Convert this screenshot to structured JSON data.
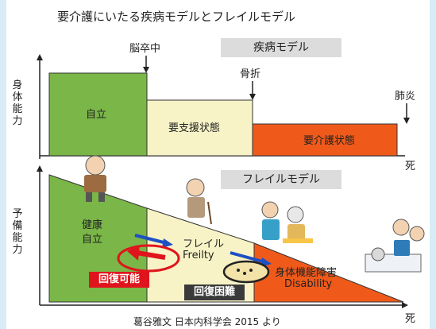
{
  "title": "要介護にいたる疾病モデルとフレイルモデル",
  "axis": {
    "top_ylabel": "身体能力",
    "bottom_ylabel": "予備能力",
    "end_label_top": "死",
    "end_label_bottom": "死"
  },
  "disease_model": {
    "tag": "疾病モデル",
    "stages": [
      "自立",
      "要支援状態",
      "要介護状態"
    ],
    "events": [
      "脳卒中",
      "骨折",
      "肺炎"
    ],
    "colors": {
      "independent": "#7ab648",
      "support": "#f7f3c6",
      "care": "#ef5a1a"
    }
  },
  "frailty_model": {
    "tag": "フレイルモデル",
    "stage1_line1": "健康",
    "stage1_line2": "自立",
    "stage2_line1": "フレイル",
    "stage2_line2": "Freilty",
    "stage3_line1": "身体機能障害",
    "stage3_line2": "Disability",
    "recoverable": "回復可能",
    "difficult": "回復困難"
  },
  "citation": "葛谷雅文  日本内科学会  2015 より"
}
